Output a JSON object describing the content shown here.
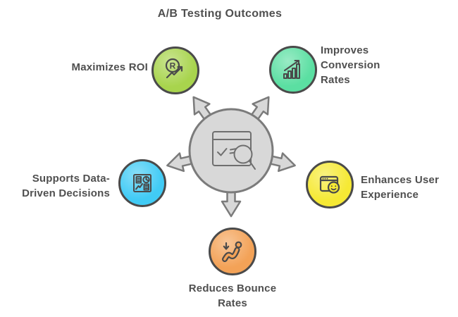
{
  "title": "A/B Testing Outcomes",
  "colors": {
    "hub_fill": "#d8d8d8",
    "hub_outline": "#7b7b7b",
    "node_outline": "#4a4a4a",
    "icon_stroke": "#4a4a4a",
    "text": "#4f4f4f"
  },
  "hub": {
    "icon": "ab-test-inspect-icon"
  },
  "nodes": [
    {
      "id": "maximizes-roi",
      "label": "Maximizes ROI",
      "color": "#a8d44d",
      "icon": "roi-trend-icon"
    },
    {
      "id": "improves-conversion-rates",
      "label": "Improves Conversion Rates",
      "color": "#5bdfa2",
      "icon": "bar-chart-growth-icon"
    },
    {
      "id": "enhances-user-experience",
      "label": "Enhances User Experience",
      "color": "#f6e934",
      "icon": "browser-smiley-icon"
    },
    {
      "id": "reduces-bounce-rates",
      "label": "Reduces Bounce Rates",
      "color": "#f3a257",
      "icon": "bounce-curve-icon"
    },
    {
      "id": "supports-data-driven-decisions",
      "label": "Supports Data-Driven Decisions",
      "color": "#41cbf5",
      "icon": "analytics-dashboard-icon"
    }
  ]
}
